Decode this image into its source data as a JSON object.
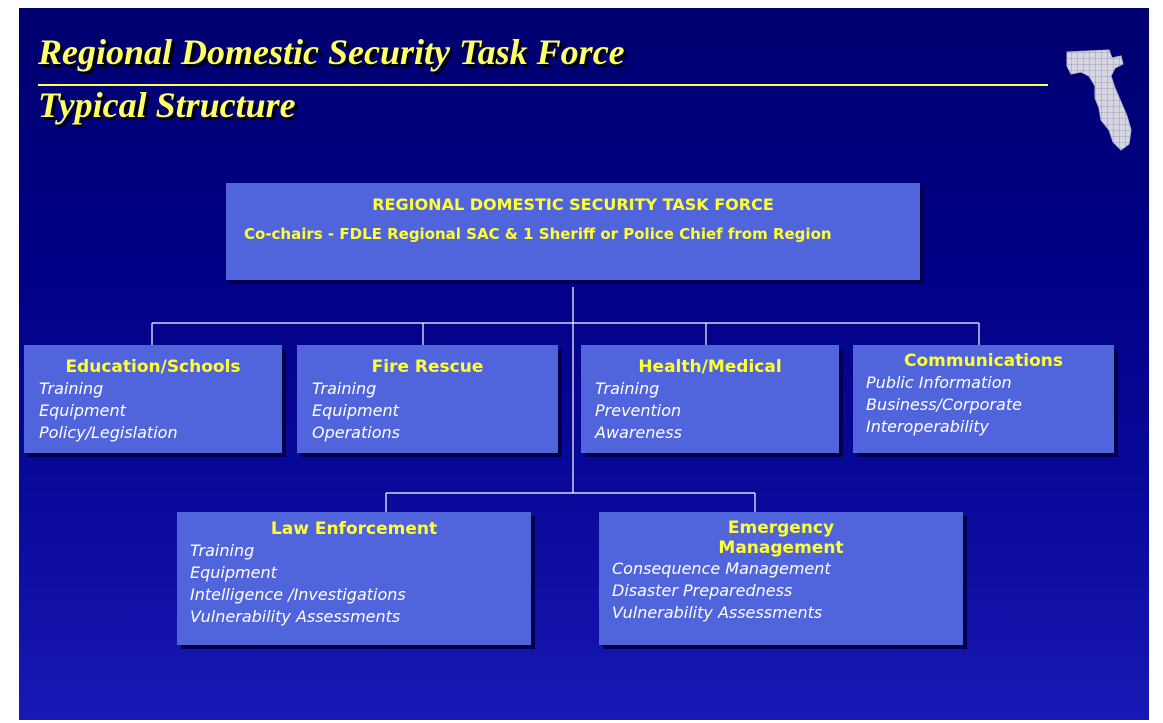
{
  "slide": {
    "title_line1": "Regional Domestic Security Task Force",
    "title_line2": "Typical Structure",
    "logo_icon": "florida-map-icon",
    "colors": {
      "background": "#000080",
      "title": "#ffff66",
      "box": "#5064dc",
      "box_heading": "#ffff33",
      "connector": "#ffffff"
    }
  },
  "top": {
    "title": "REGIONAL DOMESTIC SECURITY TASK FORCE",
    "subtitle": "Co-chairs - FDLE Regional SAC & 1 Sheriff or Police Chief  from Region"
  },
  "committees": [
    {
      "title": "Education/Schools",
      "items": [
        "Training",
        "Equipment",
        "Policy/Legislation"
      ]
    },
    {
      "title": "Fire Rescue",
      "items": [
        "Training",
        "Equipment",
        "Operations"
      ]
    },
    {
      "title": "Health/Medical",
      "items": [
        "Training",
        "Prevention",
        "Awareness"
      ]
    },
    {
      "title": "Communications",
      "items": [
        "Public Information",
        "Business/Corporate",
        "Interoperability"
      ]
    },
    {
      "title": "Law Enforcement",
      "items": [
        "Training",
        "Equipment",
        "Intelligence /Investigations",
        "Vulnerability Assessments"
      ]
    },
    {
      "title": "Emergency Management",
      "items": [
        "Consequence Management",
        "Disaster Preparedness",
        "Vulnerability Assessments"
      ]
    }
  ]
}
